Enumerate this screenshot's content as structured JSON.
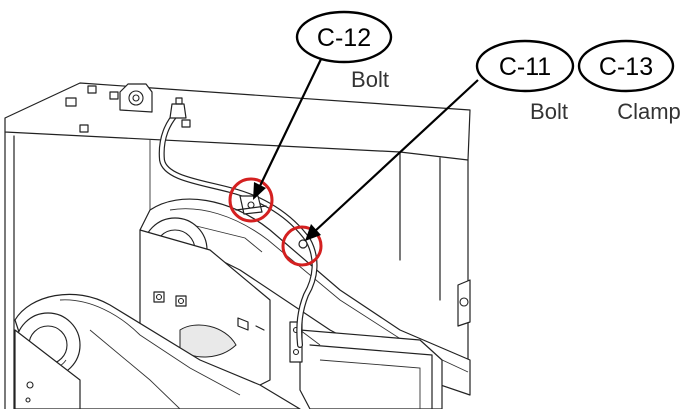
{
  "callouts": [
    {
      "id": "C-12",
      "part": "Bolt"
    },
    {
      "id": "C-11",
      "part": "Bolt"
    },
    {
      "id": "C-13",
      "part": "Clamp"
    }
  ],
  "colors": {
    "highlight": "#d42020",
    "line_art": "#222222",
    "callout_text": "#000000",
    "part_text": "#333333"
  }
}
